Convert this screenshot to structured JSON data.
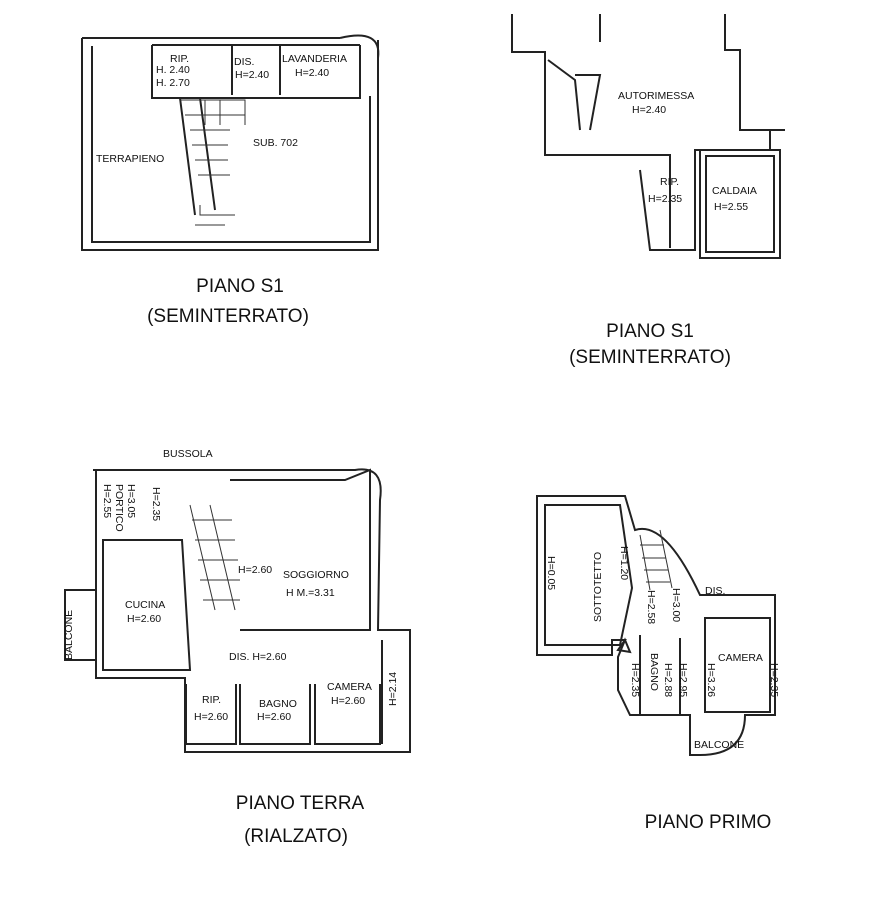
{
  "plans": [
    {
      "title": "PIANO S1",
      "subtitle": "(SEMINTERRATO)",
      "rooms": {
        "rip": "RIP.",
        "rip_h1": "H. 2.40",
        "rip_h2": "H. 2.70",
        "dis": "DIS.",
        "dis_h": "H=2.40",
        "lavanderia": "LAVANDERIA",
        "lavanderia_h": "H=2.40",
        "terrapieno": "TERRAPIENO",
        "sub": "SUB. 702"
      }
    },
    {
      "title": "PIANO S1",
      "subtitle": "(SEMINTERRATO)",
      "rooms": {
        "autorimessa": "AUTORIMESSA",
        "autorimessa_h": "H=2.40",
        "rip": "RIP.",
        "rip_h": "H=2.35",
        "caldaia": "CALDAIA",
        "caldaia_h": "H=2.55"
      }
    },
    {
      "title": "PIANO TERRA",
      "subtitle": "(RIALZATO)",
      "rooms": {
        "bussola": "BUSSOLA",
        "bussola_h": "H=2.35",
        "portico": "PORTICO",
        "portico_h1": "H=3.05",
        "portico_h2": "H=2.55",
        "cucina": "CUCINA",
        "cucina_h": "H=2.60",
        "scala_h": "H=2.60",
        "soggiorno": "SOGGIORNO",
        "soggiorno_h": "H M.=3.31",
        "balcone": "BALCONE",
        "dis": "DIS. H=2.60",
        "rip": "RIP.",
        "rip_h": "H=2.60",
        "bagno": "BAGNO",
        "bagno_h": "H=2.60",
        "camera": "CAMERA",
        "camera_h": "H=2.60",
        "camera_side_h": "H=2.14"
      }
    },
    {
      "title": "PIANO PRIMO",
      "rooms": {
        "sottotetto": "SOTTOTETTO",
        "sottotetto_h1": "H=0.05",
        "sottotetto_h2": "H=1.20",
        "dis": "DIS.",
        "dis_h1": "H=2.58",
        "dis_h2": "H=3.00",
        "bagno": "BAGNO",
        "bagno_h1": "H=2.35",
        "bagno_h2": "H=2.88",
        "bagno_h3": "H=2.95",
        "camera": "CAMERA",
        "camera_h1": "H=3.26",
        "camera_h2": "H=2.35",
        "balcone": "BALCONE"
      }
    }
  ]
}
